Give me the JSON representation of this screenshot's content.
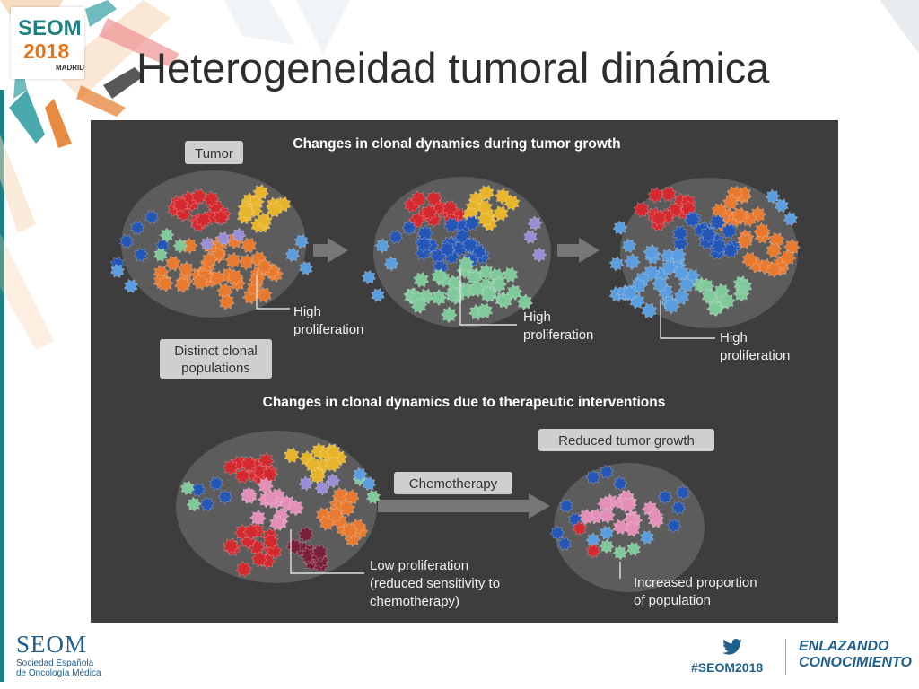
{
  "slide": {
    "title": "Heterogeneidad tumoral dinámica",
    "logo_top": {
      "line1": "SEOM",
      "line2": "2018",
      "line3": "MADRID"
    },
    "footer_logo": {
      "name": "SEOM",
      "sub1": "Sociedad Española",
      "sub2": "de Oncología Médica"
    },
    "hashtag": "#SEOM2018",
    "slogan": {
      "line1": "ENLAZANDO",
      "line2": "CONOCIMIENTO"
    }
  },
  "figure": {
    "heading_top": "Changes in clonal dynamics during tumor growth",
    "heading_bottom": "Changes in clonal dynamics due to therapeutic interventions",
    "tumor_label": "Tumor",
    "distinct_label": [
      "Distinct clonal",
      "populations"
    ],
    "high_prolif": [
      "High",
      "proliferation"
    ],
    "chemo_label": "Chemotherapy",
    "reduced_label": "Reduced tumor growth",
    "low_prolif": [
      "Low proliferation",
      "(reduced sensitivity to",
      "chemotherapy)"
    ],
    "increased": [
      "Increased proportion",
      "of population"
    ]
  },
  "colors": {
    "panel_bg": "#3d3d3d",
    "circle_bg": "#595959",
    "red": "#d42a2f",
    "yellow": "#e8b52a",
    "orange": "#e87a2f",
    "blue": "#2456b8",
    "lightblue": "#5a9ee0",
    "green": "#7fc99a",
    "purple": "#9a8fd6",
    "pink": "#e38fb7",
    "maroon": "#7a1f3a",
    "label_bg": "#cfcfcf",
    "accent_teal": "#1f7f83"
  }
}
